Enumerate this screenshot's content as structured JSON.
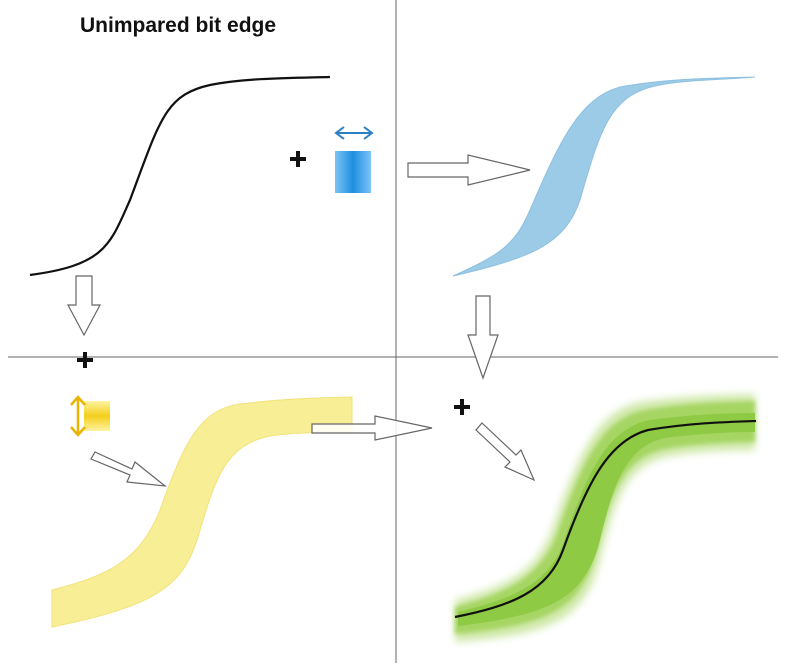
{
  "diagram": {
    "title": "Unimpared bit edge",
    "panels": [
      {
        "id": "ideal-edge",
        "style": "thin black curve"
      },
      {
        "id": "horizontal-jitter",
        "style": "blue band"
      },
      {
        "id": "vertical-noise",
        "style": "yellow band"
      },
      {
        "id": "combined",
        "style": "green band with black center curve"
      }
    ],
    "operators": [
      "+",
      "+",
      "+"
    ],
    "icons": {
      "horizontal": "double-arrow-horizontal-icon",
      "vertical": "double-arrow-vertical-icon"
    },
    "colors": {
      "curve": "#111111",
      "blue_band": "#9ccbe8",
      "blue_icon": "#1f8fe0",
      "yellow_band": "#f8ee96",
      "yellow_icon": "#f3cf1c",
      "green_band": "#8fca45",
      "axis": "#555555",
      "arrow_outline": "#666666"
    }
  }
}
